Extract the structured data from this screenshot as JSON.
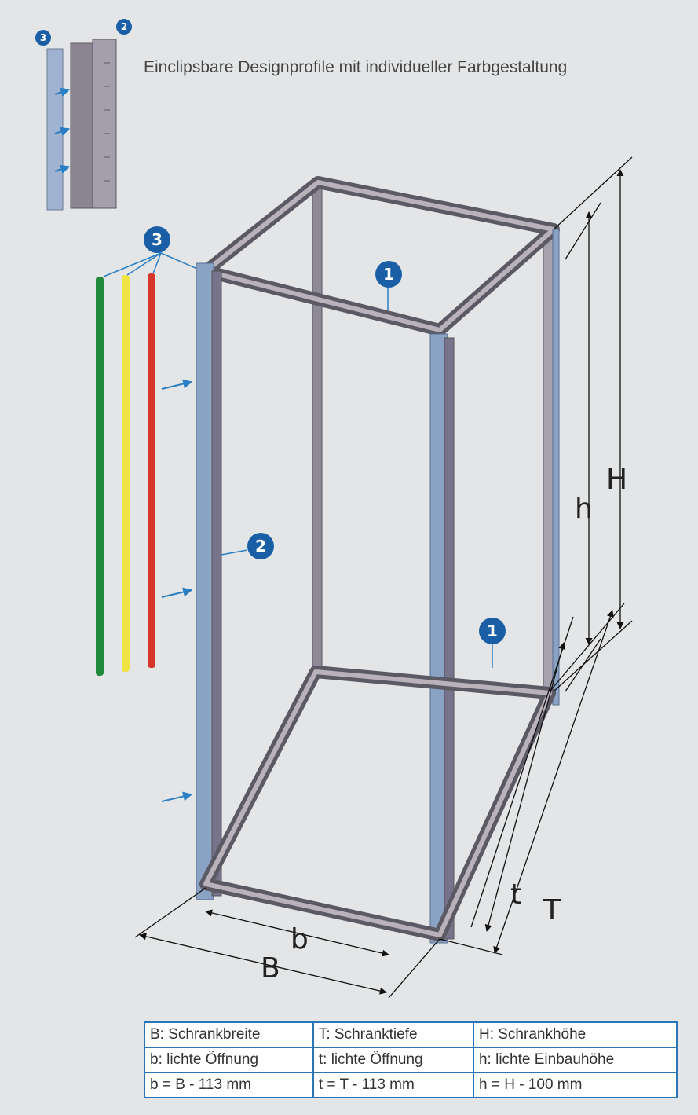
{
  "headline": "Einclipsbare Designprofile mit individueller Farbgestaltung",
  "callouts": {
    "inset_3": "3",
    "inset_2": "2",
    "profiles_3": "3",
    "top_frame_1": "1",
    "side_frame_2": "2",
    "bottom_frame_1": "1"
  },
  "dimensions": {
    "H": "H",
    "h": "h",
    "T": "T",
    "t": "t",
    "B": "B",
    "b": "b"
  },
  "colors": {
    "callout_badge": "#1a5fa6",
    "arrows": "#2a7fc4",
    "profile_green": "#1f8a3c",
    "profile_yellow": "#f0e442",
    "profile_red": "#d8362c",
    "profile_blue": "#8aa2c4",
    "table_border": "#2a74b8"
  },
  "legend_table": {
    "rows": [
      [
        "B: Schrankbreite",
        "T: Schranktiefe",
        "H: Schrankhöhe"
      ],
      [
        "b: lichte Öffnung",
        "t: lichte Öffnung",
        "h: lichte Einbauhöhe"
      ],
      [
        "b = B - 113 mm",
        "t = T - 113 mm",
        "h = H - 100 mm"
      ]
    ]
  }
}
